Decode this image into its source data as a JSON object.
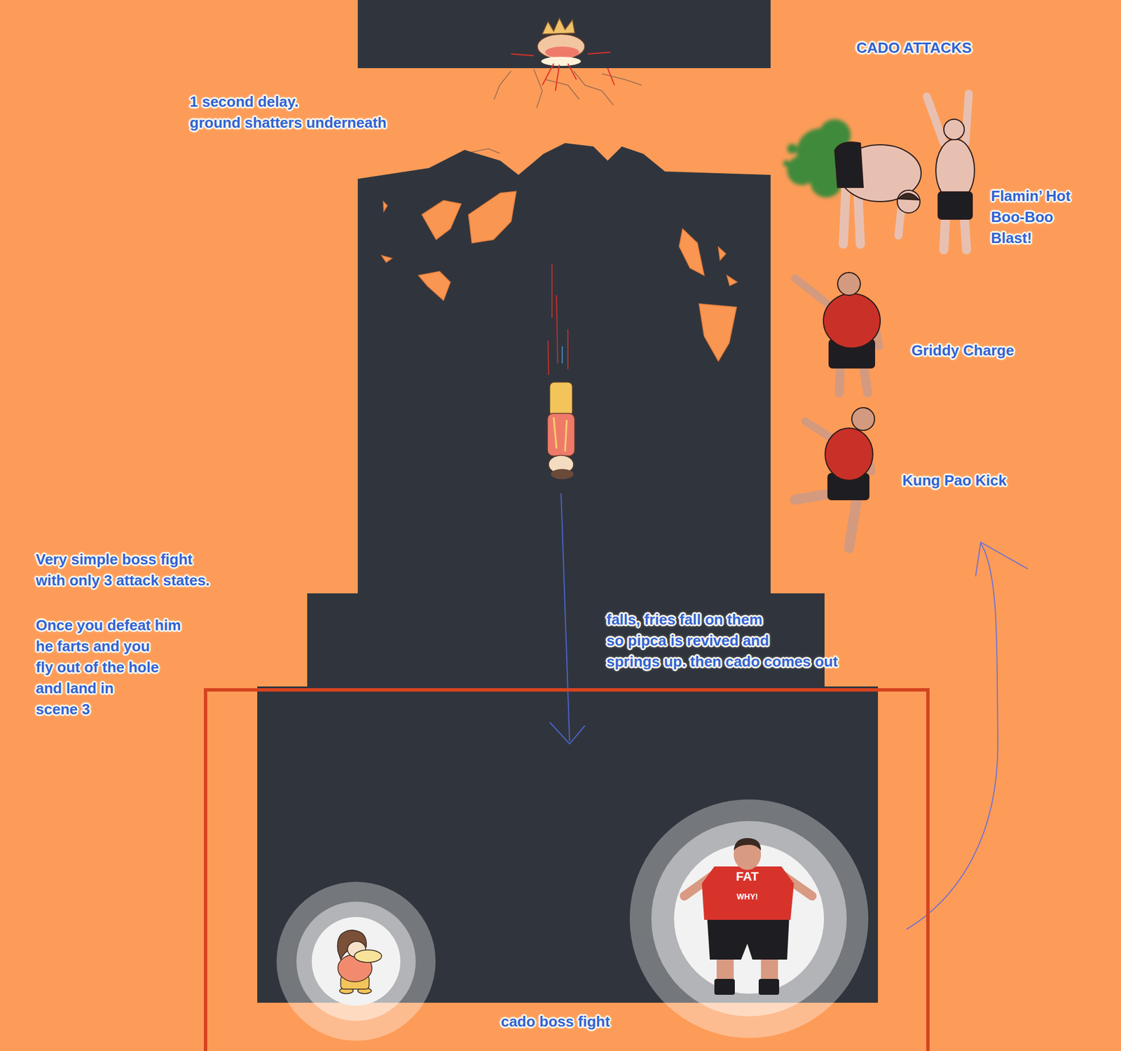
{
  "diagram": {
    "nodes": [
      {
        "text": [
          "cado boss fight"
        ]
      }
    ],
    "labels": [
      "CADO ATTACKS",
      "1 second delay. ground shatters underneath",
      "Flamin’ Hot Boo-Boo Blast!",
      "Griddy Charge",
      "Kung Pao Kick",
      "Very simple boss fight with only 3 attack states.",
      "Once you defeat him he farts and you fly out of the hole and land in scene 3",
      "falls, fries fall on them so pipca is revived and springs up. then cado comes out",
      "FAT",
      "WHY!"
    ]
  }
}
